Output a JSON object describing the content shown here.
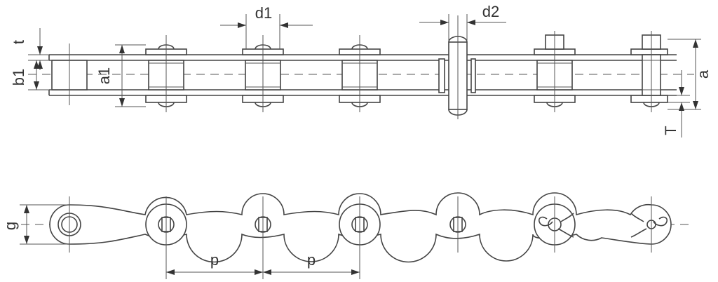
{
  "diagram": {
    "top_view": {
      "labels": {
        "t": "t",
        "b1": "b1",
        "a1": "a1",
        "d1": "d1",
        "d2": "d2",
        "a": "a",
        "T": "T"
      }
    },
    "side_view": {
      "labels": {
        "g": "g",
        "p1": "p",
        "p2": "p"
      }
    }
  }
}
